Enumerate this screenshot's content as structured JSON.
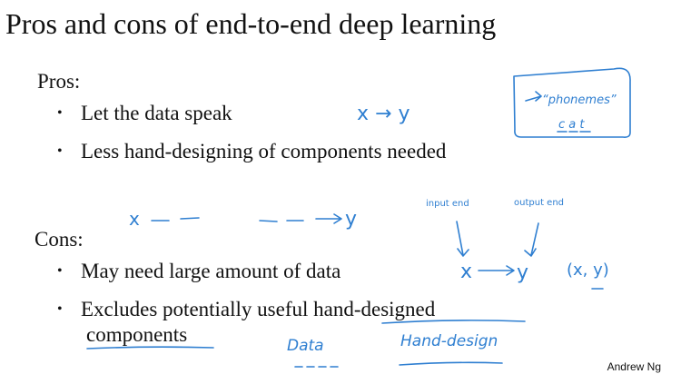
{
  "slide": {
    "title": "Pros and cons of end-to-end deep learning",
    "pros": {
      "heading": "Pros:",
      "bullets": [
        "Let the data speak",
        "Less hand-designing of components needed"
      ]
    },
    "cons": {
      "heading": "Cons:",
      "bullets": [
        "May need large amount of data",
        "Excludes potentially useful hand-designed",
        "components"
      ]
    },
    "author": "Andrew Ng"
  },
  "annotations": {
    "ink_color": "#2f7fd1",
    "x_to_y": "x → y",
    "phonemes": "“phonemes”",
    "cat": "c a t",
    "dashed_x": "x",
    "dashed_y": "y",
    "input_end": "input end",
    "output_end": "output end",
    "cons_x": "x",
    "cons_y": "y",
    "xy_pair": "(x, y)",
    "data_label": "Data",
    "hand_design_label": "Hand-design"
  }
}
